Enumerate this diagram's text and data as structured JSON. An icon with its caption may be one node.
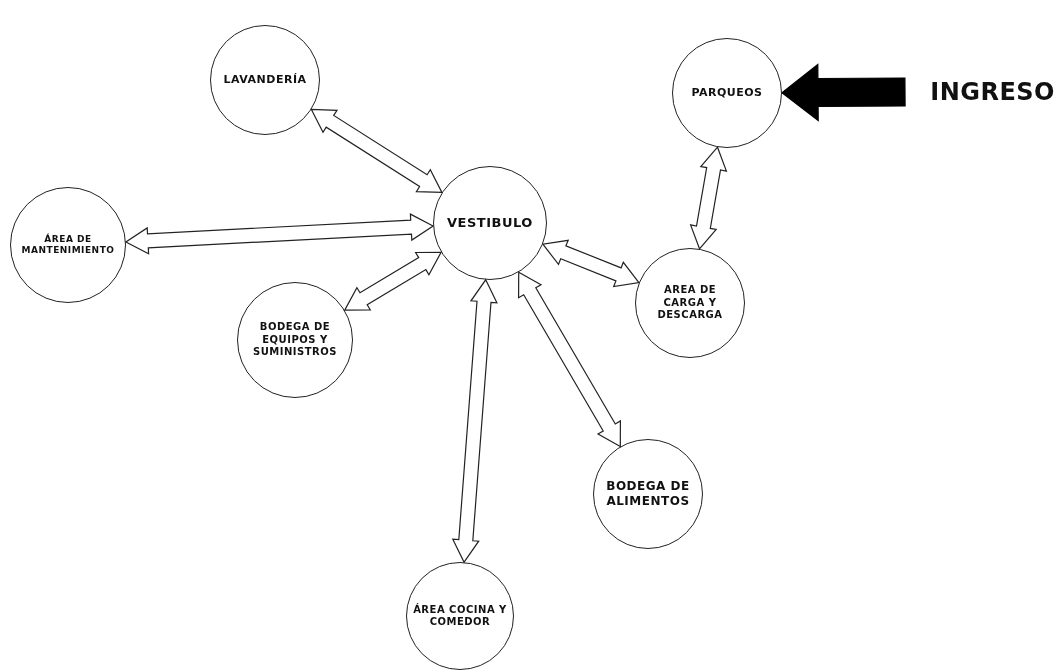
{
  "diagram": {
    "nodes": [
      {
        "text": [
          "LAVANDERÍA"
        ]
      },
      {
        "text": [
          "PARQUEOS"
        ]
      },
      {
        "text": [
          "INGRESO"
        ]
      },
      {
        "text": [
          "VESTIBULO"
        ]
      },
      {
        "text": [
          "ÁREA DE MANTENIMIENTO"
        ]
      },
      {
        "text": [
          "BODEGA DE EQUIPOS Y SUMINISTROS"
        ]
      },
      {
        "text": [
          "AREA DE CARGA Y DESCARGA"
        ]
      },
      {
        "text": [
          "BODEGA DE ALIMENTOS"
        ]
      },
      {
        "text": [
          "ÁREA COCINA Y COMEDOR"
        ]
      }
    ],
    "edges": [
      {
        "from": 2,
        "to": 1,
        "arrow": "to",
        "style": "thick"
      },
      {
        "from": 0,
        "to": 3,
        "arrow": "both"
      },
      {
        "from": 4,
        "to": 3,
        "arrow": "both"
      },
      {
        "from": 5,
        "to": 3,
        "arrow": "both"
      },
      {
        "from": 6,
        "to": 3,
        "arrow": "both"
      },
      {
        "from": 6,
        "to": 1,
        "arrow": "both"
      },
      {
        "from": 8,
        "to": 3,
        "arrow": "both"
      },
      {
        "from": 7,
        "to": 3,
        "arrow": "both"
      }
    ]
  }
}
